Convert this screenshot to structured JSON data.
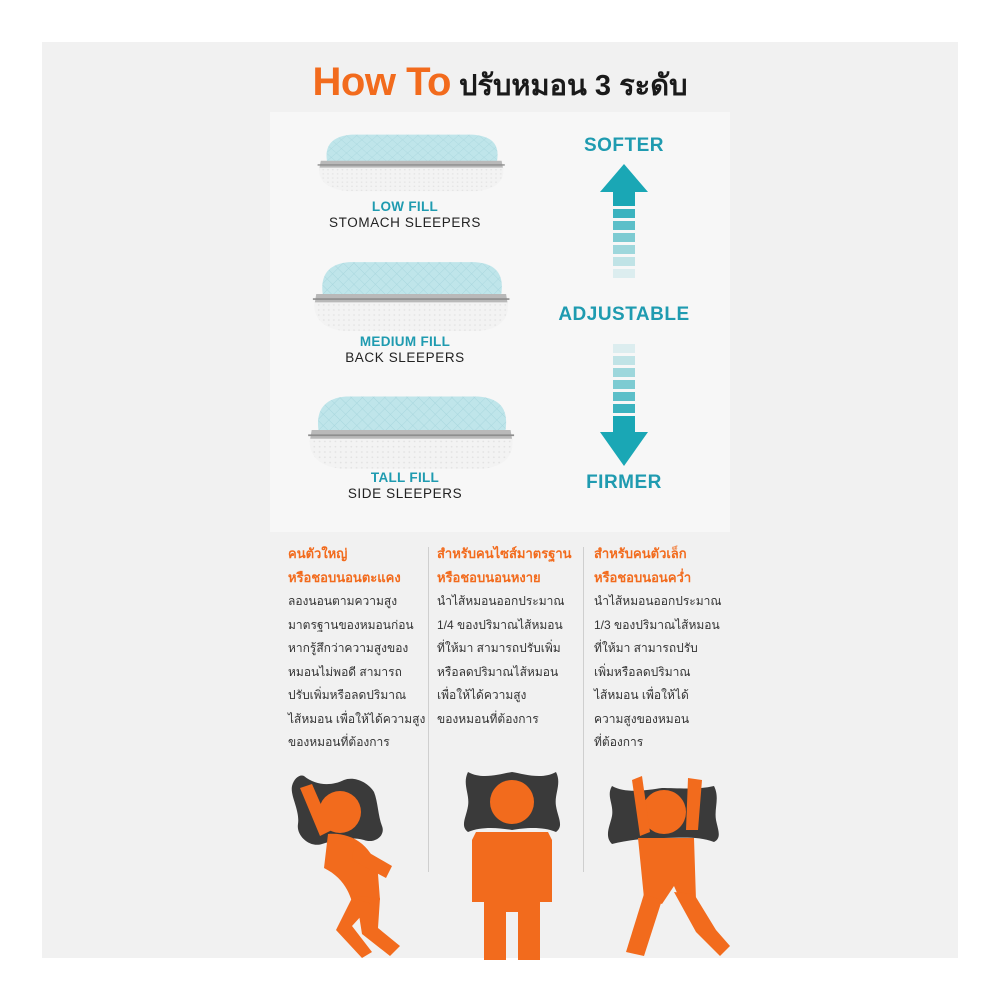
{
  "title": {
    "brand": "How To",
    "thai": "ปรับหมอน 3 ระดับ"
  },
  "pillows": [
    {
      "fill": "LOW FILL",
      "sleeper": "STOMACH SLEEPERS"
    },
    {
      "fill": "MEDIUM FILL",
      "sleeper": "BACK SLEEPERS"
    },
    {
      "fill": "TALL FILL",
      "sleeper": "SIDE SLEEPERS"
    }
  ],
  "scale": {
    "top": "SOFTER",
    "middle": "ADJUSTABLE",
    "bottom": "FIRMER"
  },
  "columns": [
    {
      "heading": [
        "คนตัวใหญ่",
        "หรือชอบนอนตะแคง"
      ],
      "body": [
        "ลองนอนตามความสูง",
        "มาตรฐานของหมอนก่อน",
        "หากรู้สึกว่าความสูงของ",
        "หมอนไม่พอดี สามารถ",
        "ปรับเพิ่มหรือลดปริมาณ",
        "ไส้หมอน เพื่อให้ได้ความสูง",
        "ของหมอนที่ต้องการ"
      ],
      "figure_icon": "side-sleeper-icon"
    },
    {
      "heading": [
        "สำหรับคนไซส์มาตรฐาน",
        "หรือชอบนอนหงาย"
      ],
      "body": [
        "นำไส้หมอนออกประมาณ",
        "1/4 ของปริมาณไส้หมอน",
        "ที่ให้มา สามารถปรับเพิ่ม",
        "หรือลดปริมาณไส้หมอน",
        "เพื่อให้ได้ความสูง",
        "ของหมอนที่ต้องการ"
      ],
      "figure_icon": "back-sleeper-icon"
    },
    {
      "heading": [
        "สำหรับคนตัวเล็ก",
        "หรือชอบนอนคว่ำ"
      ],
      "body": [
        "นำไส้หมอนออกประมาณ",
        "1/3 ของปริมาณไส้หมอน",
        "ที่ให้มา สามารถปรับ",
        "เพิ่มหรือลดปริมาณ",
        "ไส้หมอน เพื่อให้ได้",
        "ความสูงของหมอน",
        "ที่ต้องการ"
      ],
      "figure_icon": "stomach-sleeper-icon"
    }
  ],
  "colors": {
    "accent": "#f26b1d",
    "teal": "#1f9bb0",
    "pillow_dark": "#3a3a3a",
    "background": "#f1f1f1"
  }
}
